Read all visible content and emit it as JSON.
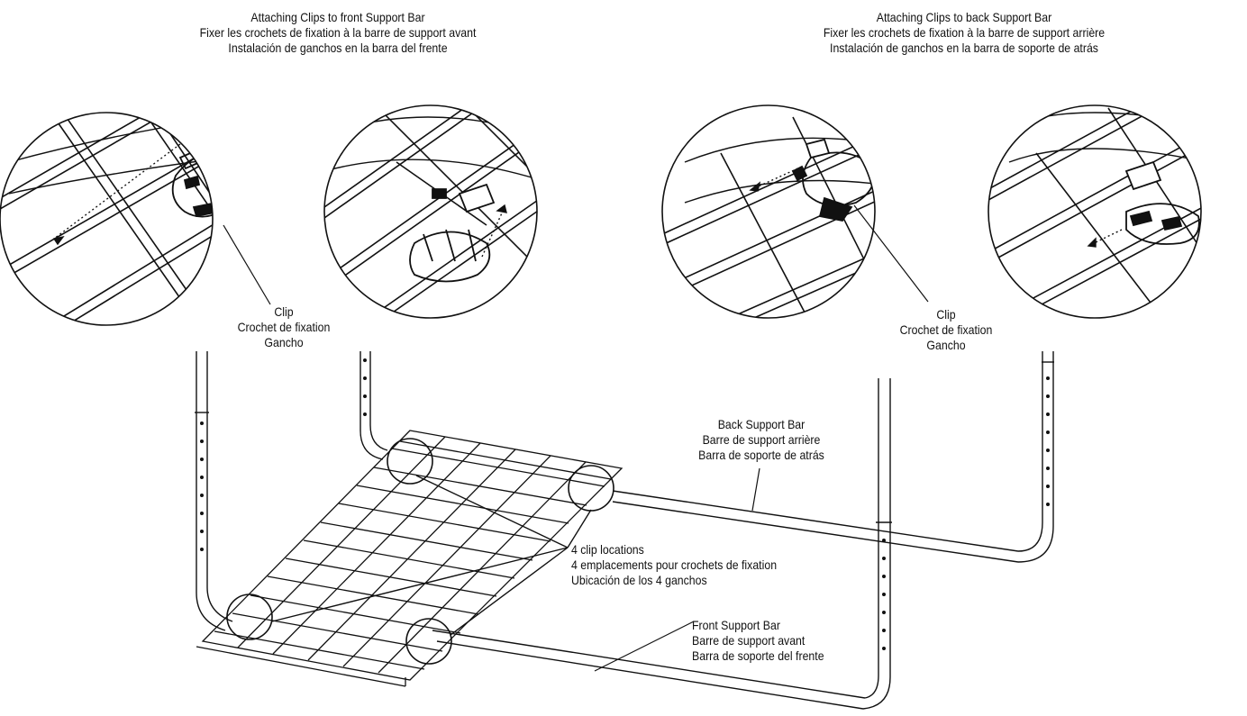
{
  "captions": {
    "front_attach": [
      "Attaching Clips to front Support Bar",
      "Fixer les crochets de fixation à la barre de support avant",
      "Instalación de ganchos en la barra del frente"
    ],
    "back_attach": [
      "Attaching Clips to back Support Bar",
      "Fixer les crochets de fixation à la barre de support arrière",
      "Instalación de ganchos en la barra de soporte de atrás"
    ]
  },
  "clip_label_left": [
    "Clip",
    "Crochet de fixation",
    "Gancho"
  ],
  "clip_label_right": [
    "Clip",
    "Crochet de fixation",
    "Gancho"
  ],
  "back_bar_label": [
    "Back Support Bar",
    "Barre de support arrière",
    "Barra de soporte de atrás"
  ],
  "clip_locations_label": [
    "4 clip locations",
    "4 emplacements pour crochets de fixation",
    "Ubicación de los 4 ganchos"
  ],
  "front_bar_label": [
    "Front Support Bar",
    "Barre de support avant",
    "Barra de soporte del frente"
  ],
  "colors": {
    "line": "#111111",
    "background": "#ffffff"
  }
}
